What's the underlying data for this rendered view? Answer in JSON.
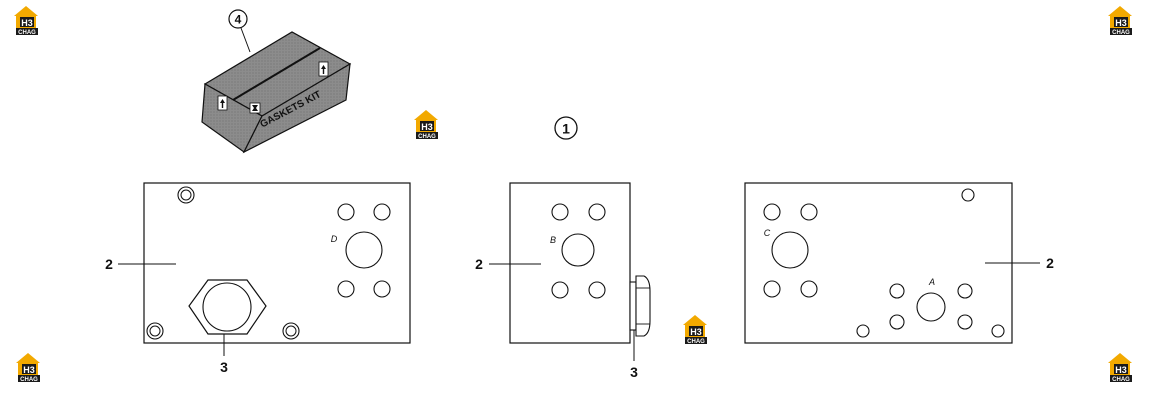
{
  "logos": {
    "badge_text": "H3",
    "brand_text": "CHAG",
    "color_yellow": "#f2a900",
    "color_dark": "#1a1a1a"
  },
  "callouts": {
    "item1": "1",
    "item2_left": "2",
    "item2_middle": "2",
    "item2_right": "2",
    "item3_left": "3",
    "item3_middle": "3",
    "item4": "4"
  },
  "gasket_box": {
    "text": "GASKETS KIT"
  },
  "ports": {
    "a": "A",
    "b": "B",
    "c": "C",
    "d": "D"
  }
}
